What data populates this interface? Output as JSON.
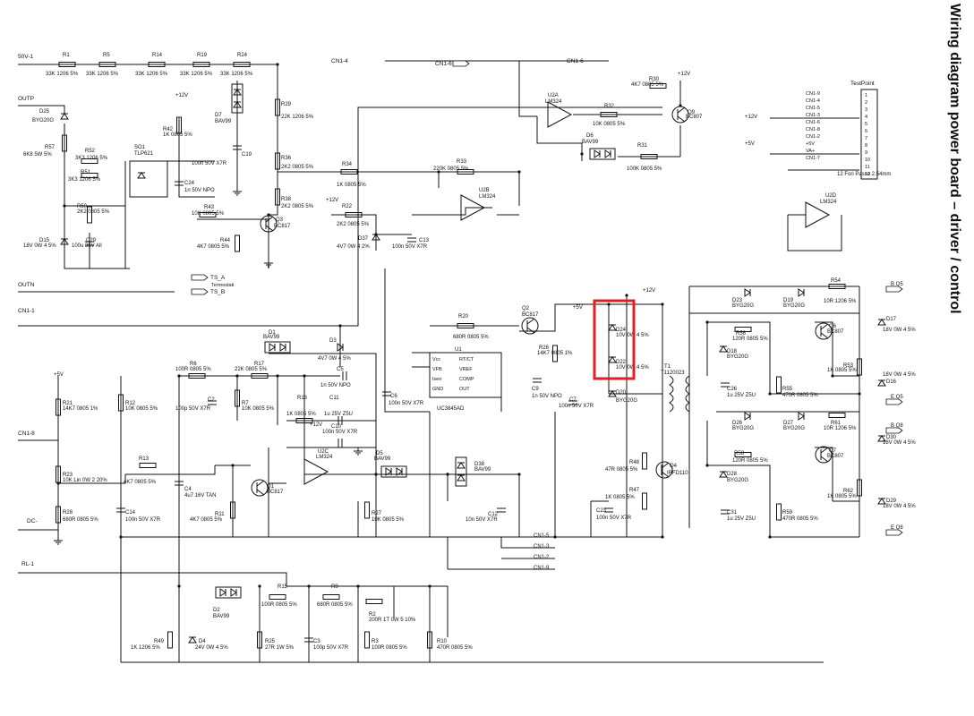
{
  "title": "Wiring diagram power board – driver / control",
  "highlight_color": "#e02020",
  "components": [
    {
      "ref": "R1",
      "value": "33K 1206 5%"
    },
    {
      "ref": "R5",
      "value": "33K 1206 5%"
    },
    {
      "ref": "R14",
      "value": "33K 1206 5%"
    },
    {
      "ref": "R19",
      "value": "33K 1206 5%"
    },
    {
      "ref": "R24",
      "value": "33K 1206 5%"
    },
    {
      "ref": "R29",
      "value": "22K 1206 5%"
    },
    {
      "ref": "R36",
      "value": "2K2 0805 5%"
    },
    {
      "ref": "R38",
      "value": "2K2 0805 5%"
    },
    {
      "ref": "D25",
      "value": "BYG20G"
    },
    {
      "ref": "R57",
      "value": "6K8 5W 5%"
    },
    {
      "ref": "R52",
      "value": "3K3 1206 5%"
    },
    {
      "ref": "R51",
      "value": "3K3 1206 5%"
    },
    {
      "ref": "SO1",
      "value": "TLP621"
    },
    {
      "ref": "R42",
      "value": "1K 0805 5%"
    },
    {
      "ref": "D7",
      "value": "BAV99"
    },
    {
      "ref": "C19",
      "value": "100n 50V X7R"
    },
    {
      "ref": "C24",
      "value": "1n 50V NPO"
    },
    {
      "ref": "R43",
      "value": "10K 0805 5%"
    },
    {
      "ref": "R50",
      "value": "2K2 0805 5%"
    },
    {
      "ref": "Q3",
      "value": "BC817"
    },
    {
      "ref": "D15",
      "value": "18V 0W 4 5%"
    },
    {
      "ref": "C29",
      "value": "100u 35V All"
    },
    {
      "ref": "R44",
      "value": "4K7 0805 5%"
    },
    {
      "ref": "R34",
      "value": "1K 0805 5%"
    },
    {
      "ref": "R22",
      "value": "2K2 0805 5%"
    },
    {
      "ref": "D37",
      "value": "4V7 0W 4 2%"
    },
    {
      "ref": "C13",
      "value": "100n 50V X7R"
    },
    {
      "ref": "R33",
      "value": "220K 0805 5%"
    },
    {
      "ref": "U2B",
      "value": "LM324"
    },
    {
      "ref": "U2A",
      "value": "LM324"
    },
    {
      "ref": "R30",
      "value": "4K7 0805 5%"
    },
    {
      "ref": "R32",
      "value": "10K 0805 5%"
    },
    {
      "ref": "Q9",
      "value": "BC807"
    },
    {
      "ref": "D6",
      "value": "BAV99"
    },
    {
      "ref": "R31",
      "value": "100K 0805 5%"
    },
    {
      "ref": "U2D",
      "value": "LM324"
    },
    {
      "ref": "D1",
      "value": "BAV99"
    },
    {
      "ref": "D3",
      "value": "4V7 0W 4 5%"
    },
    {
      "ref": "C5",
      "value": "1n 50V NPO"
    },
    {
      "ref": "R6",
      "value": "100R 0805 5%"
    },
    {
      "ref": "R17",
      "value": "22K 0805 5%"
    },
    {
      "ref": "C2",
      "value": "100p 50V X7R"
    },
    {
      "ref": "R7",
      "value": "10K 0805 5%"
    },
    {
      "ref": "R16",
      "value": "1K 0805 5%"
    },
    {
      "ref": "C11",
      "value": "1u 25V Z5U"
    },
    {
      "ref": "C10",
      "value": "100n 50V X7R"
    },
    {
      "ref": "R21",
      "value": "14K7 0805 1%"
    },
    {
      "ref": "R12",
      "value": "10K 0805 5%"
    },
    {
      "ref": "R20",
      "value": "680R 0805 5%"
    },
    {
      "ref": "Q2",
      "value": "BC817"
    },
    {
      "ref": "U1",
      "value": "UC3845AD"
    },
    {
      "ref": "R26",
      "value": "14K7 0805 1%"
    },
    {
      "ref": "C6",
      "value": "100n 50V X7R"
    },
    {
      "ref": "C9",
      "value": "1n 50V NPO"
    },
    {
      "ref": "C7",
      "value": "100n 50V X7R"
    },
    {
      "ref": "D24",
      "value": "10V 0W 4 5%"
    },
    {
      "ref": "D22",
      "value": "10V 0W 4 5%"
    },
    {
      "ref": "D20",
      "value": "BYG20G"
    },
    {
      "ref": "T1",
      "value": "T1120023"
    },
    {
      "ref": "R48",
      "value": "47R 0805 5%"
    },
    {
      "ref": "Q4",
      "value": "IRFD110"
    },
    {
      "ref": "R47",
      "value": "1K 0805 5%"
    },
    {
      "ref": "C23",
      "value": "100n 50V X7R"
    },
    {
      "ref": "D23",
      "value": "BYG20G"
    },
    {
      "ref": "D19",
      "value": "BYG20G"
    },
    {
      "ref": "R54",
      "value": "10R 1206 5%"
    },
    {
      "ref": "R56",
      "value": "120R 0805 5%"
    },
    {
      "ref": "D18",
      "value": "BYG20G"
    },
    {
      "ref": "Q6",
      "value": "BC807"
    },
    {
      "ref": "D17",
      "value": "18V 0W 4 5%"
    },
    {
      "ref": "R53",
      "value": "1K 0805 5%"
    },
    {
      "ref": "C26",
      "value": "1u 25V Z5U"
    },
    {
      "ref": "R55",
      "value": "470R 0805 5%"
    },
    {
      "ref": "D16",
      "value": "18V 0W 4 5%"
    },
    {
      "ref": "D26",
      "value": "BYG20G"
    },
    {
      "ref": "D27",
      "value": "BYG20G"
    },
    {
      "ref": "R61",
      "value": "10R 1206 5%"
    },
    {
      "ref": "R58",
      "value": "120R 0805 5%"
    },
    {
      "ref": "D28",
      "value": "BYG20G"
    },
    {
      "ref": "Q7",
      "value": "BC807"
    },
    {
      "ref": "D30",
      "value": "18V 0W 4 5%"
    },
    {
      "ref": "R62",
      "value": "1K 0805 5%"
    },
    {
      "ref": "C31",
      "value": "1u 25V Z5U"
    },
    {
      "ref": "R59",
      "value": "470R 0805 5%"
    },
    {
      "ref": "D29",
      "value": "18V 0W 4 5%"
    },
    {
      "ref": "D5",
      "value": "BAV99"
    },
    {
      "ref": "D38",
      "value": "BAV99"
    },
    {
      "ref": "U2C",
      "value": "LM324"
    },
    {
      "ref": "R23",
      "value": "10K Lin 0W 2 20%"
    },
    {
      "ref": "R13",
      "value": "4K7 0805 5%"
    },
    {
      "ref": "C4",
      "value": "4u7 16V TAN"
    },
    {
      "ref": "Q1",
      "value": "BC817"
    },
    {
      "ref": "R11",
      "value": "4K7 0805 5%"
    },
    {
      "ref": "R28",
      "value": "680R 0805 5%"
    },
    {
      "ref": "C14",
      "value": "100n 50V X7R"
    },
    {
      "ref": "R27",
      "value": "10K 0805 5%"
    },
    {
      "ref": "C12",
      "value": "10n 50V X7R"
    },
    {
      "ref": "R15",
      "value": "100R 0805 5%"
    },
    {
      "ref": "R9",
      "value": "680R 0805 5%"
    },
    {
      "ref": "R2",
      "value": "200R 1T 0W 5 10%"
    },
    {
      "ref": "D2",
      "value": "BAV99"
    },
    {
      "ref": "D4",
      "value": "24V 0W 4 5%"
    },
    {
      "ref": "R49",
      "value": "1K 1206 5%"
    },
    {
      "ref": "R25",
      "value": "27R 1W 5%"
    },
    {
      "ref": "C3",
      "value": "100p 50V X7R"
    },
    {
      "ref": "R3",
      "value": "100R 0805 5%"
    },
    {
      "ref": "R10",
      "value": "470R 0805 5%"
    }
  ],
  "ports": [
    "50V-1",
    "OUTP",
    "OUTN",
    "CN1-1",
    "CN1-8",
    "DC-",
    "RL-1",
    "CN1-4",
    "CN1-6",
    "CN1-6",
    "TS_A",
    "TS_B",
    "CN1-5",
    "CN1-3",
    "CN1-2",
    "CN1-9",
    "B Q5",
    "E Q5",
    "B Q8",
    "E Q8"
  ],
  "nets": [
    "+12V",
    "+12V",
    "+12V",
    "+12V",
    "+12V",
    "+5V",
    "+5V",
    "+5V",
    "Termostati"
  ],
  "u1_pins": [
    "Vcc",
    "RT/CT",
    "VFB",
    "VREF",
    "Isen",
    "COMP",
    "GND",
    "OUT"
  ],
  "testpoint": {
    "title": "TestPoint",
    "nets": [
      "CN1-9",
      "CN1-4",
      "CN1-5",
      "CN1-3",
      "CN1-6",
      "CN1-8",
      "CN1-2",
      "+5V",
      "VA+",
      "CN1-7"
    ],
    "caption": "12 Fori Passo 2.54mm",
    "pins": [
      "1",
      "2",
      "3",
      "4",
      "5",
      "6",
      "7",
      "8",
      "9",
      "10",
      "11",
      "12"
    ]
  }
}
